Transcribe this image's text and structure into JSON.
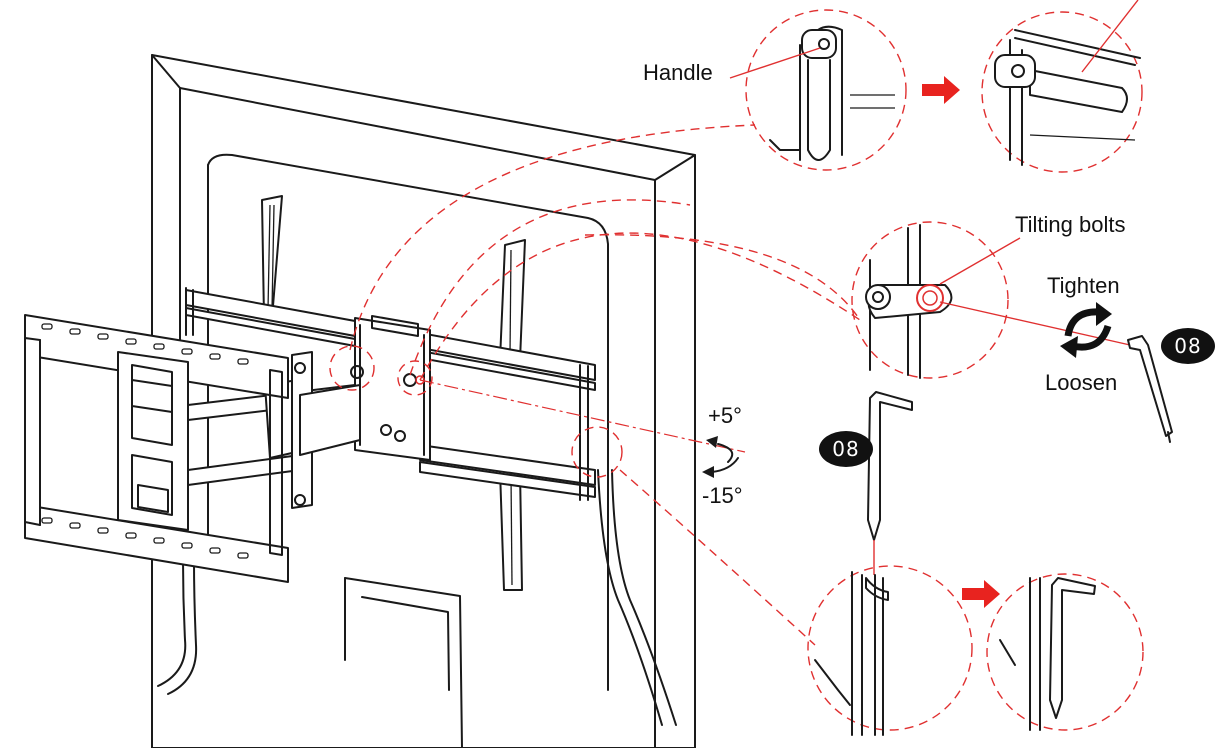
{
  "labels": {
    "handle": "Handle",
    "tilting_bolts": "Tilting bolts",
    "tighten": "Tighten",
    "loosen": "Loosen",
    "tilt_up": "+5°",
    "tilt_down": "-15°"
  },
  "badges": {
    "tool_right": "08",
    "tool_left": "08"
  },
  "colors": {
    "accent_red": "#e8231f",
    "line_art": "#1a1a1a"
  },
  "icons": {
    "arrow_top": "red-arrow-right",
    "arrow_bottom": "red-arrow-right",
    "rotate": "rotate-arrows-icon"
  }
}
